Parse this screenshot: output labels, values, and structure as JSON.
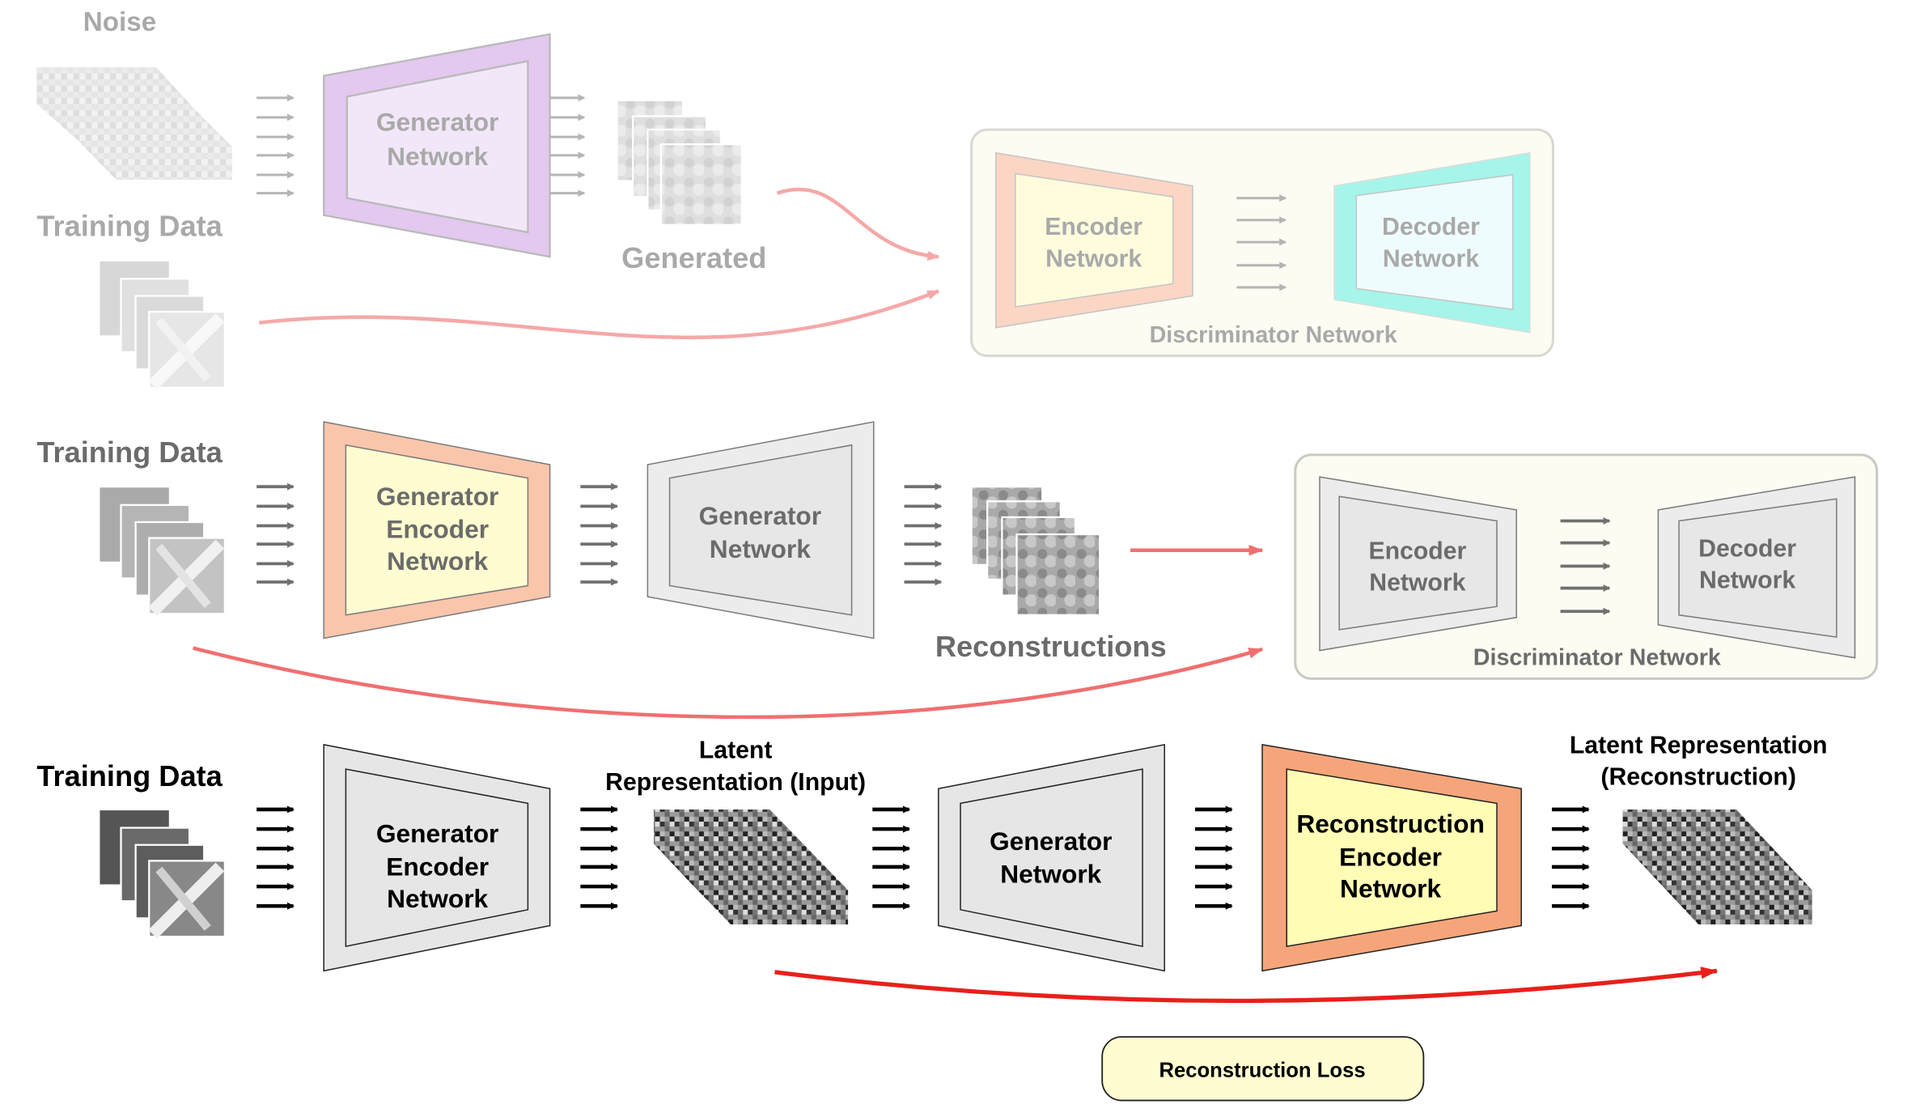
{
  "diagram": {
    "row1": {
      "noise_label": "Noise",
      "training_label": "Training Data",
      "generator": [
        "Generator",
        "Network"
      ],
      "generated_label": "Generated",
      "encoder": [
        "Encoder",
        "Network"
      ],
      "decoder": [
        "Decoder",
        "Network"
      ],
      "discriminator_label": "Discriminator Network"
    },
    "row2": {
      "training_label": "Training Data",
      "gen_encoder": [
        "Generator",
        "Encoder",
        "Network"
      ],
      "generator": [
        "Generator",
        "Network"
      ],
      "reconstructions_label": "Reconstructions",
      "encoder": [
        "Encoder",
        "Network"
      ],
      "decoder": [
        "Decoder",
        "Network"
      ],
      "discriminator_label": "Discriminator Network"
    },
    "row3": {
      "training_label": "Training Data",
      "gen_encoder": [
        "Generator",
        "Encoder",
        "Network"
      ],
      "latent_input": [
        "Latent",
        "Representation (Input)"
      ],
      "generator": [
        "Generator",
        "Network"
      ],
      "recon_encoder": [
        "Reconstruction",
        "Encoder",
        "Network"
      ],
      "latent_recon": [
        "Latent Representation",
        "(Reconstruction)"
      ],
      "loss_label": "Reconstruction Loss"
    },
    "colors": {
      "faded_arrow": "#f5a8a8",
      "mid_arrow": "#ef7070",
      "strong_arrow": "#e8201a",
      "purple_fill": "#e3c8ef",
      "orange_fill": "#f6a57a",
      "yellow_fill": "#fefbc0",
      "cyan_fill": "#5ef0e4",
      "gray_fill": "#e9e9e9"
    }
  }
}
